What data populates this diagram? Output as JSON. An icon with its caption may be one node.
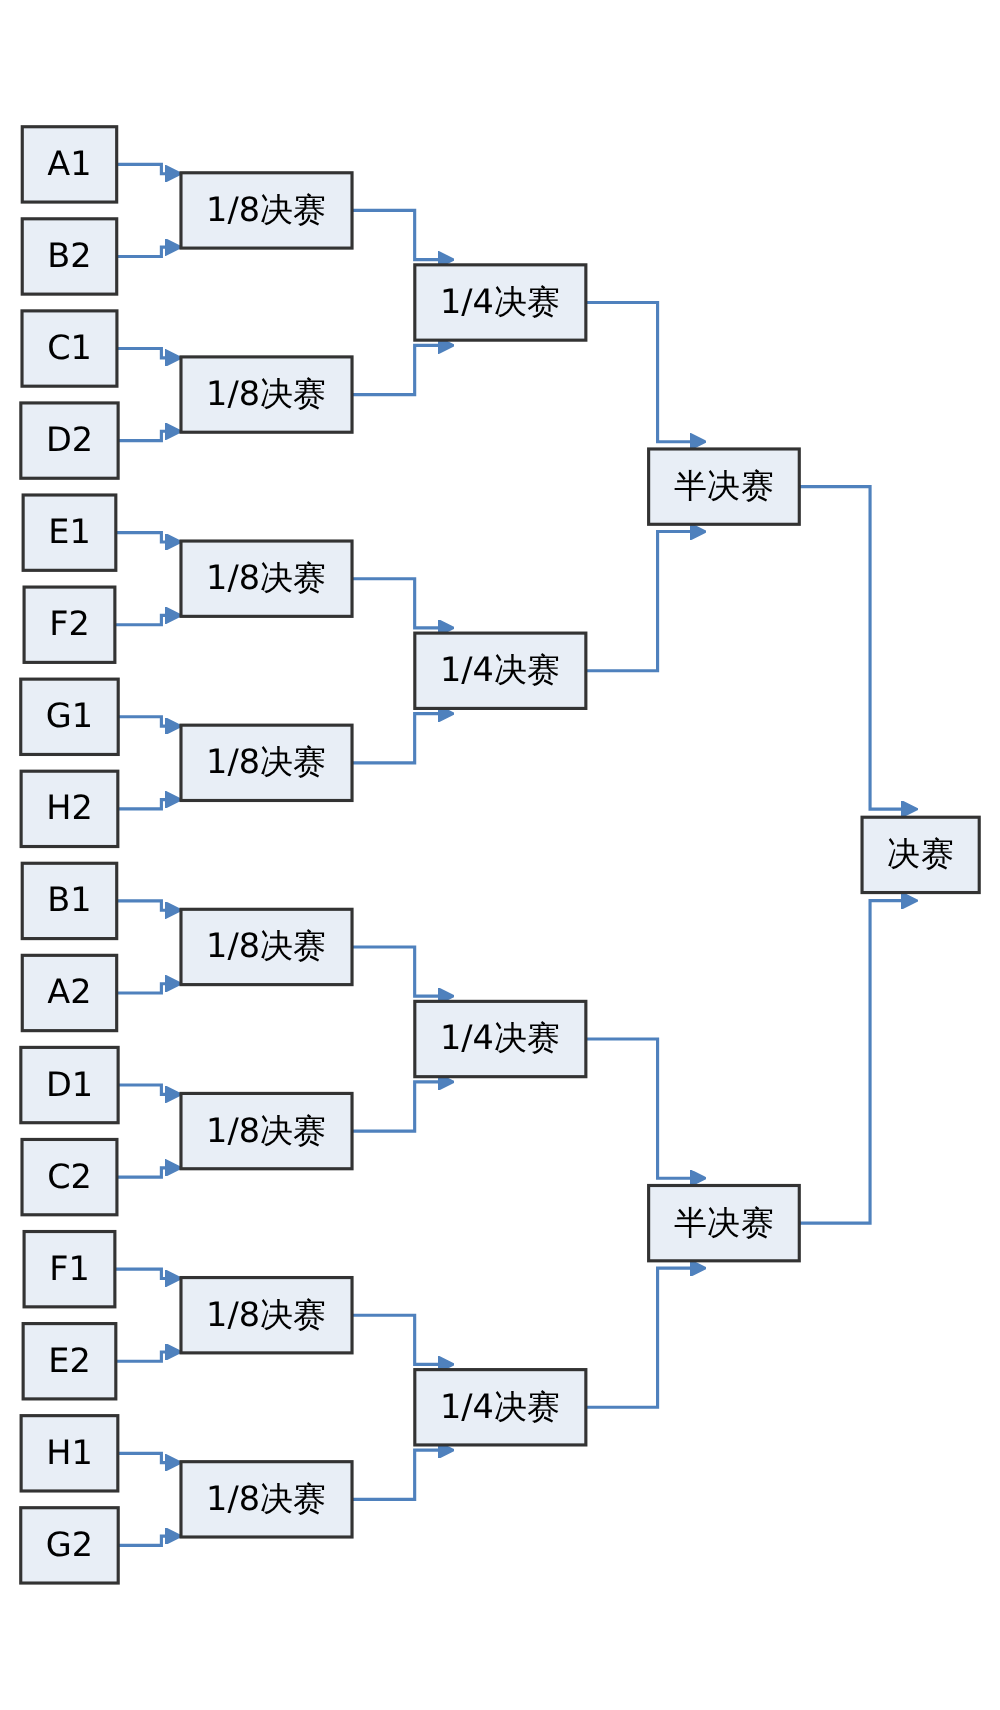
{
  "diagram": {
    "nodes": [
      {
        "text": [
          "A1"
        ]
      },
      {
        "text": [
          "B2"
        ]
      },
      {
        "text": [
          "C1"
        ]
      },
      {
        "text": [
          "D2"
        ]
      },
      {
        "text": [
          "E1"
        ]
      },
      {
        "text": [
          "F2"
        ]
      },
      {
        "text": [
          "G1"
        ]
      },
      {
        "text": [
          "H2"
        ]
      },
      {
        "text": [
          "B1"
        ]
      },
      {
        "text": [
          "A2"
        ]
      },
      {
        "text": [
          "D1"
        ]
      },
      {
        "text": [
          "C2"
        ]
      },
      {
        "text": [
          "F1"
        ]
      },
      {
        "text": [
          "E2"
        ]
      },
      {
        "text": [
          "H1"
        ]
      },
      {
        "text": [
          "G2"
        ]
      },
      {
        "text": [
          "1/8决赛"
        ]
      },
      {
        "text": [
          "1/8决赛"
        ]
      },
      {
        "text": [
          "1/8决赛"
        ]
      },
      {
        "text": [
          "1/8决赛"
        ]
      },
      {
        "text": [
          "1/8决赛"
        ]
      },
      {
        "text": [
          "1/8决赛"
        ]
      },
      {
        "text": [
          "1/8决赛"
        ]
      },
      {
        "text": [
          "1/8决赛"
        ]
      },
      {
        "text": [
          "1/4决赛"
        ]
      },
      {
        "text": [
          "1/4决赛"
        ]
      },
      {
        "text": [
          "1/4决赛"
        ]
      },
      {
        "text": [
          "1/4决赛"
        ]
      },
      {
        "text": [
          "半决赛"
        ]
      },
      {
        "text": [
          "半决赛"
        ]
      },
      {
        "text": [
          "决赛"
        ]
      }
    ],
    "edges": [
      {
        "from": 0,
        "to": 16,
        "arrow": "to"
      },
      {
        "from": 1,
        "to": 16,
        "arrow": "to"
      },
      {
        "from": 2,
        "to": 17,
        "arrow": "to"
      },
      {
        "from": 3,
        "to": 17,
        "arrow": "to"
      },
      {
        "from": 4,
        "to": 18,
        "arrow": "to"
      },
      {
        "from": 5,
        "to": 18,
        "arrow": "to"
      },
      {
        "from": 6,
        "to": 19,
        "arrow": "to"
      },
      {
        "from": 7,
        "to": 19,
        "arrow": "to"
      },
      {
        "from": 8,
        "to": 20,
        "arrow": "to"
      },
      {
        "from": 9,
        "to": 20,
        "arrow": "to"
      },
      {
        "from": 10,
        "to": 21,
        "arrow": "to"
      },
      {
        "from": 11,
        "to": 21,
        "arrow": "to"
      },
      {
        "from": 12,
        "to": 22,
        "arrow": "to"
      },
      {
        "from": 13,
        "to": 22,
        "arrow": "to"
      },
      {
        "from": 14,
        "to": 23,
        "arrow": "to"
      },
      {
        "from": 15,
        "to": 23,
        "arrow": "to"
      },
      {
        "from": 16,
        "to": 24,
        "arrow": "to"
      },
      {
        "from": 17,
        "to": 24,
        "arrow": "to"
      },
      {
        "from": 18,
        "to": 25,
        "arrow": "to"
      },
      {
        "from": 19,
        "to": 25,
        "arrow": "to"
      },
      {
        "from": 20,
        "to": 26,
        "arrow": "to"
      },
      {
        "from": 21,
        "to": 26,
        "arrow": "to"
      },
      {
        "from": 22,
        "to": 27,
        "arrow": "to"
      },
      {
        "from": 23,
        "to": 27,
        "arrow": "to"
      },
      {
        "from": 24,
        "to": 28,
        "arrow": "to"
      },
      {
        "from": 25,
        "to": 28,
        "arrow": "to"
      },
      {
        "from": 26,
        "to": 29,
        "arrow": "to"
      },
      {
        "from": 27,
        "to": 29,
        "arrow": "to"
      },
      {
        "from": 28,
        "to": 30,
        "arrow": "to"
      },
      {
        "from": 29,
        "to": 30,
        "arrow": "to"
      }
    ]
  }
}
